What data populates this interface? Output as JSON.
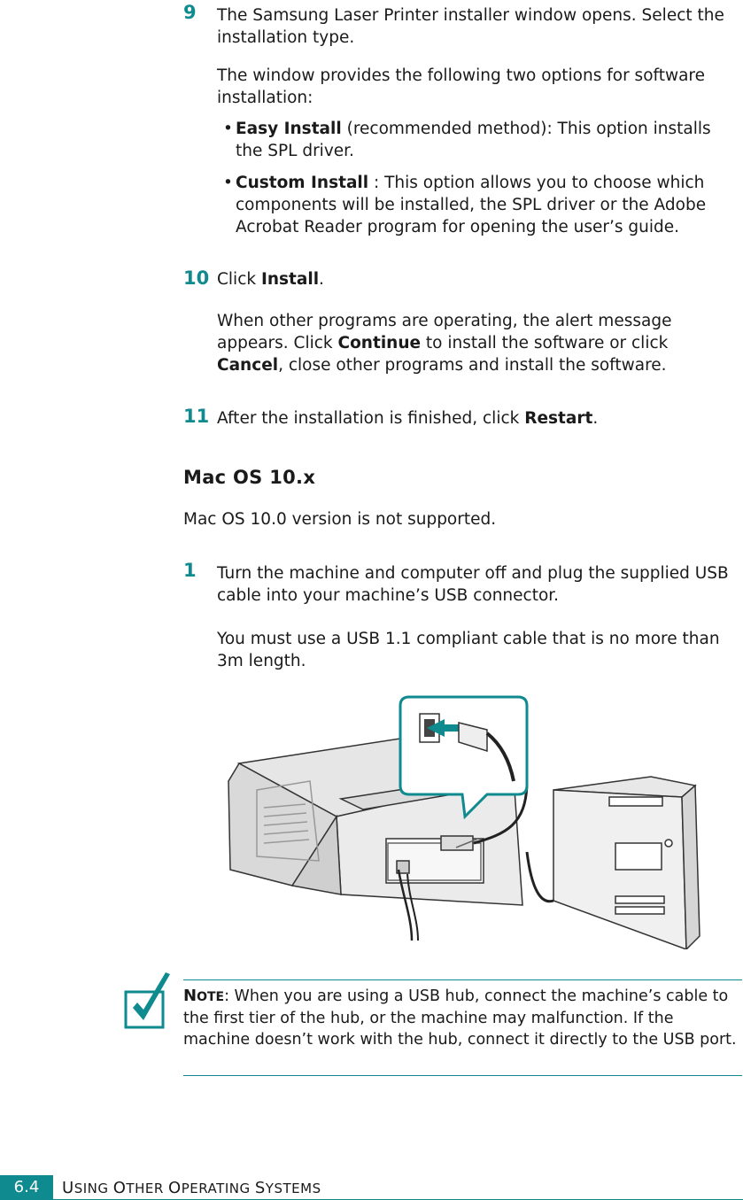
{
  "steps": {
    "s9": {
      "num": "9",
      "line": "The Samsung Laser Printer installer window opens. Select the installation type.",
      "sub": "The window provides the following two options for software installation:",
      "b1_bold": "Easy Install",
      "b1_rest": " (recommended method): This option installs the SPL driver.",
      "b2_bold": "Custom Install",
      "b2_rest": " : This option allows you to choose which components will be installed, the SPL driver or the Adobe Acrobat Reader program for opening the user’s guide."
    },
    "s10": {
      "num": "10",
      "pre": "Click ",
      "bold": "Install",
      "post": ".",
      "sub_pre": "When other programs are operating, the alert message appears. Click ",
      "sub_b1": "Continue",
      "sub_mid": " to install the software or click ",
      "sub_b2": "Cancel",
      "sub_post": ", close other programs and install the software."
    },
    "s11": {
      "num": "11",
      "pre": "After the installation is finished, click ",
      "bold": "Restart",
      "post": "."
    }
  },
  "mac": {
    "heading": "Mac OS 10.x",
    "intro": "Mac OS 10.0 version is not supported.",
    "s1_num": "1",
    "s1_line": "Turn the machine and computer off and plug the supplied USB cable into your machine’s USB connector.",
    "s1_sub": "You must use a USB 1.1 compliant cable that is no more than 3m length."
  },
  "note": {
    "label_n": "N",
    "label_rest": "OTE",
    "text": ": When you are using a USB hub, connect the machine’s cable to the first tier of the hub, or the machine may malfunction. If the machine doesn’t work with the hub, connect it directly to the USB port."
  },
  "footer": {
    "page": "6.4",
    "u": "U",
    "sing": "SING ",
    "o": "O",
    "ther": "THER ",
    "op": "O",
    "perating": "PERATING ",
    "s": "S",
    "ystems": "YSTEMS"
  },
  "colors": {
    "accent": "#0f8a8f",
    "text": "#1a1a1a"
  }
}
